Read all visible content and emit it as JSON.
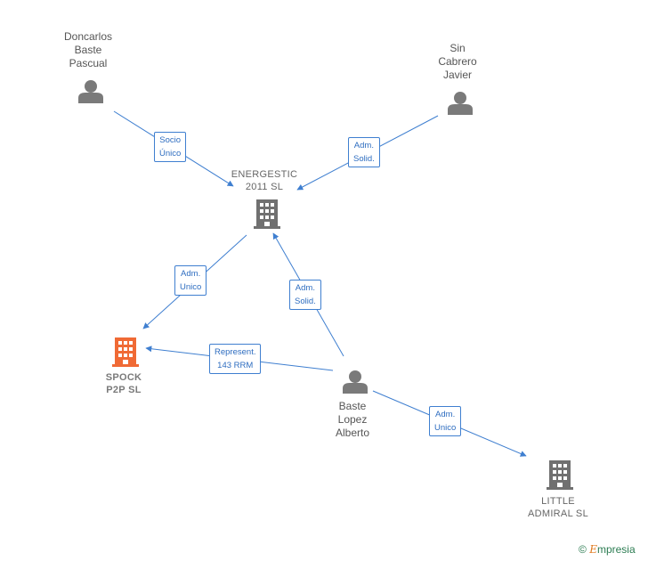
{
  "colors": {
    "edge": "#3f7fd0",
    "person_icon": "#7a7a7a",
    "company_icon": "#707070",
    "company_icon_highlight": "#f06a35",
    "label_text": "#555555"
  },
  "nodes": {
    "doncarlos": {
      "name": "Doncarlos\nBaste\nPascual",
      "icon": "person-icon"
    },
    "sin_cabrero": {
      "name": "Sin\nCabrero\nJavier",
      "icon": "person-icon"
    },
    "energestic": {
      "name": "ENERGESTIC\n2011  SL",
      "icon": "building-icon"
    },
    "spock": {
      "name": "SPOCK\nP2P  SL",
      "icon": "building-icon"
    },
    "baste_lopez": {
      "name": "Baste\nLopez\nAlberto",
      "icon": "person-icon"
    },
    "little_admiral": {
      "name": "LITTLE\nADMIRAL  SL",
      "icon": "building-icon"
    }
  },
  "edges": {
    "doncarlos_energestic": "Socio\nÚnico",
    "sin_energestic": "Adm.\nSolid.",
    "energestic_spock": "Adm.\nUnico",
    "baste_energestic": "Adm.\nSolid.",
    "baste_spock": "Represent.\n143 RRM",
    "baste_little": "Adm.\nUnico"
  },
  "footer": {
    "copyright": "©",
    "brand_initial": "E",
    "brand_rest": "mpresia"
  }
}
